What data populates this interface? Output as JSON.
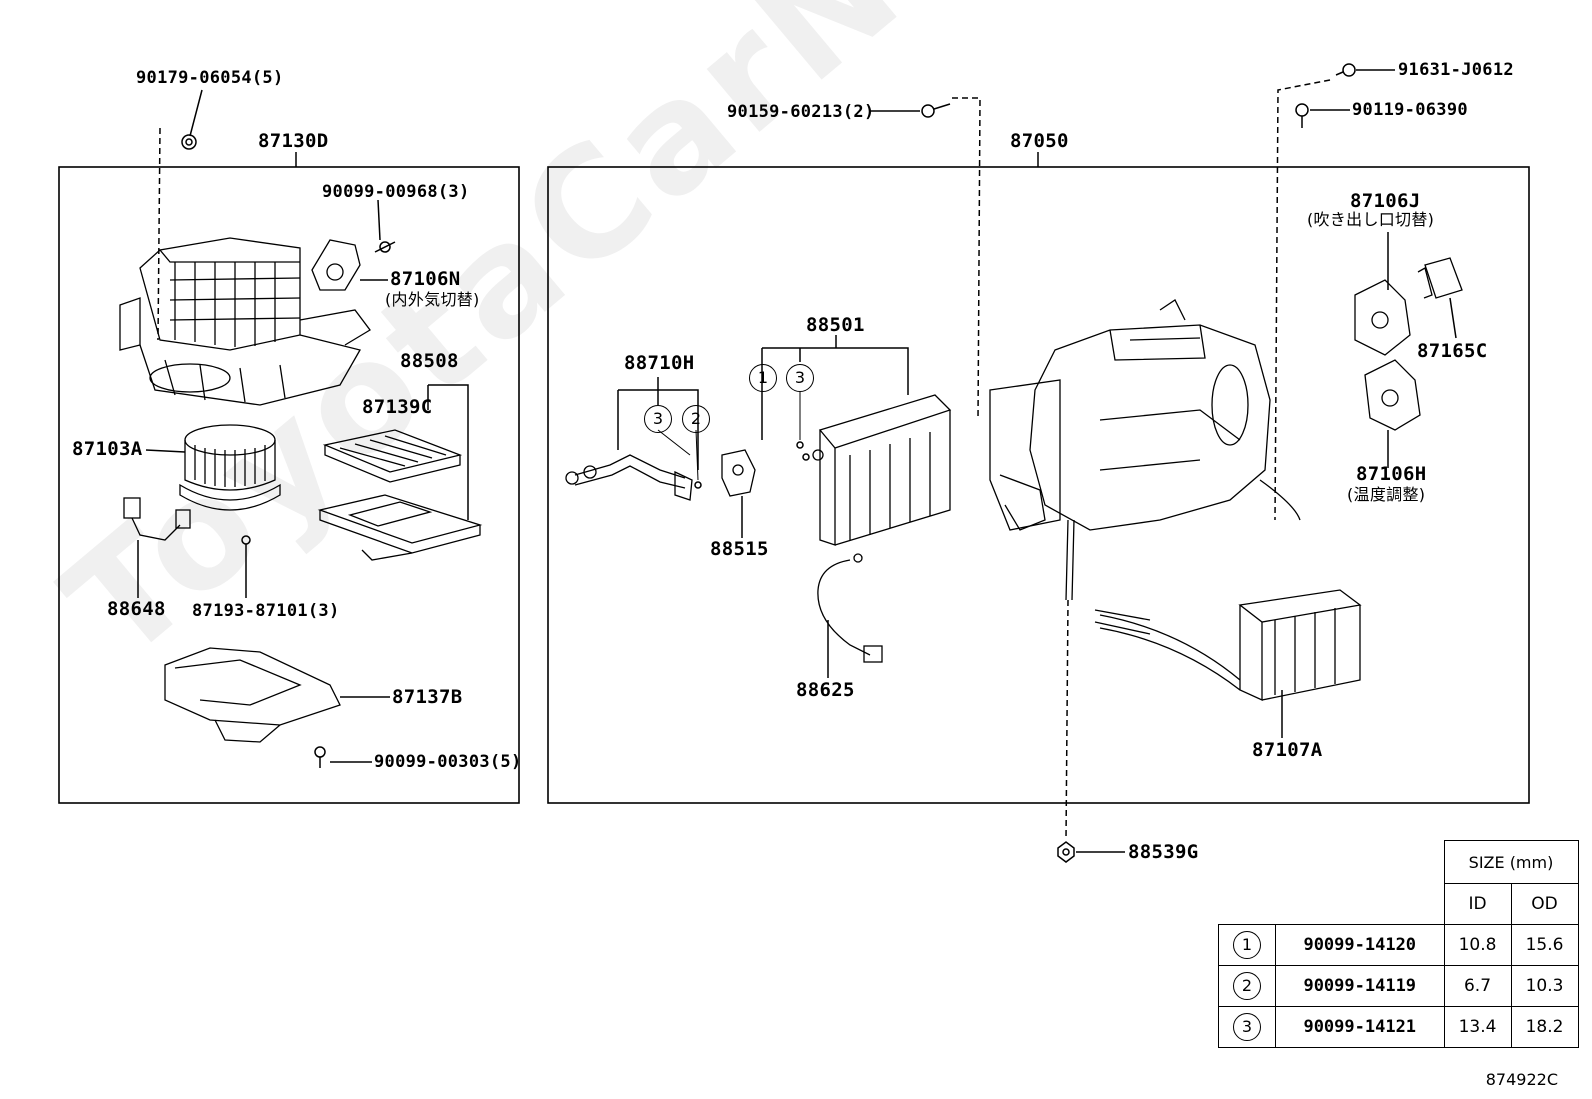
{
  "watermark": "ToyotaCarNine.ru",
  "diagram_code": "874922C",
  "left_group": {
    "title": "87130D",
    "parts": {
      "p90179": "90179-06054(5)",
      "p90099_00968": "90099-00968(3)",
      "p87106N": "87106N",
      "p87106N_note": "(内外気切替)",
      "p88508": "88508",
      "p87139C": "87139C",
      "p87103A": "87103A",
      "p88648": "88648",
      "p87193": "87193-87101(3)",
      "p87137B": "87137B",
      "p90099_00303": "90099-00303(5)"
    }
  },
  "right_group": {
    "title": "87050",
    "parts": {
      "p90159": "90159-60213(2)",
      "p91631": "91631-J0612",
      "p90119": "90119-06390",
      "p87106J": "87106J",
      "p87106J_note": "(吹き出し口切替)",
      "p87165C": "87165C",
      "p87106H": "87106H",
      "p87106H_note": "(温度調整)",
      "p88501": "88501",
      "p88710H": "88710H",
      "p88515": "88515",
      "p88625": "88625",
      "p87107A": "87107A"
    },
    "callouts": [
      "1",
      "3",
      "3",
      "2"
    ]
  },
  "outside": {
    "p88539G": "88539G"
  },
  "size_table": {
    "header": "SIZE (mm)",
    "col_id": "ID",
    "col_od": "OD",
    "rows": [
      {
        "no": "1",
        "part": "90099-14120",
        "id": "10.8",
        "od": "15.6"
      },
      {
        "no": "2",
        "part": "90099-14119",
        "id": "6.7",
        "od": "10.3"
      },
      {
        "no": "3",
        "part": "90099-14121",
        "id": "13.4",
        "od": "18.2"
      }
    ]
  }
}
